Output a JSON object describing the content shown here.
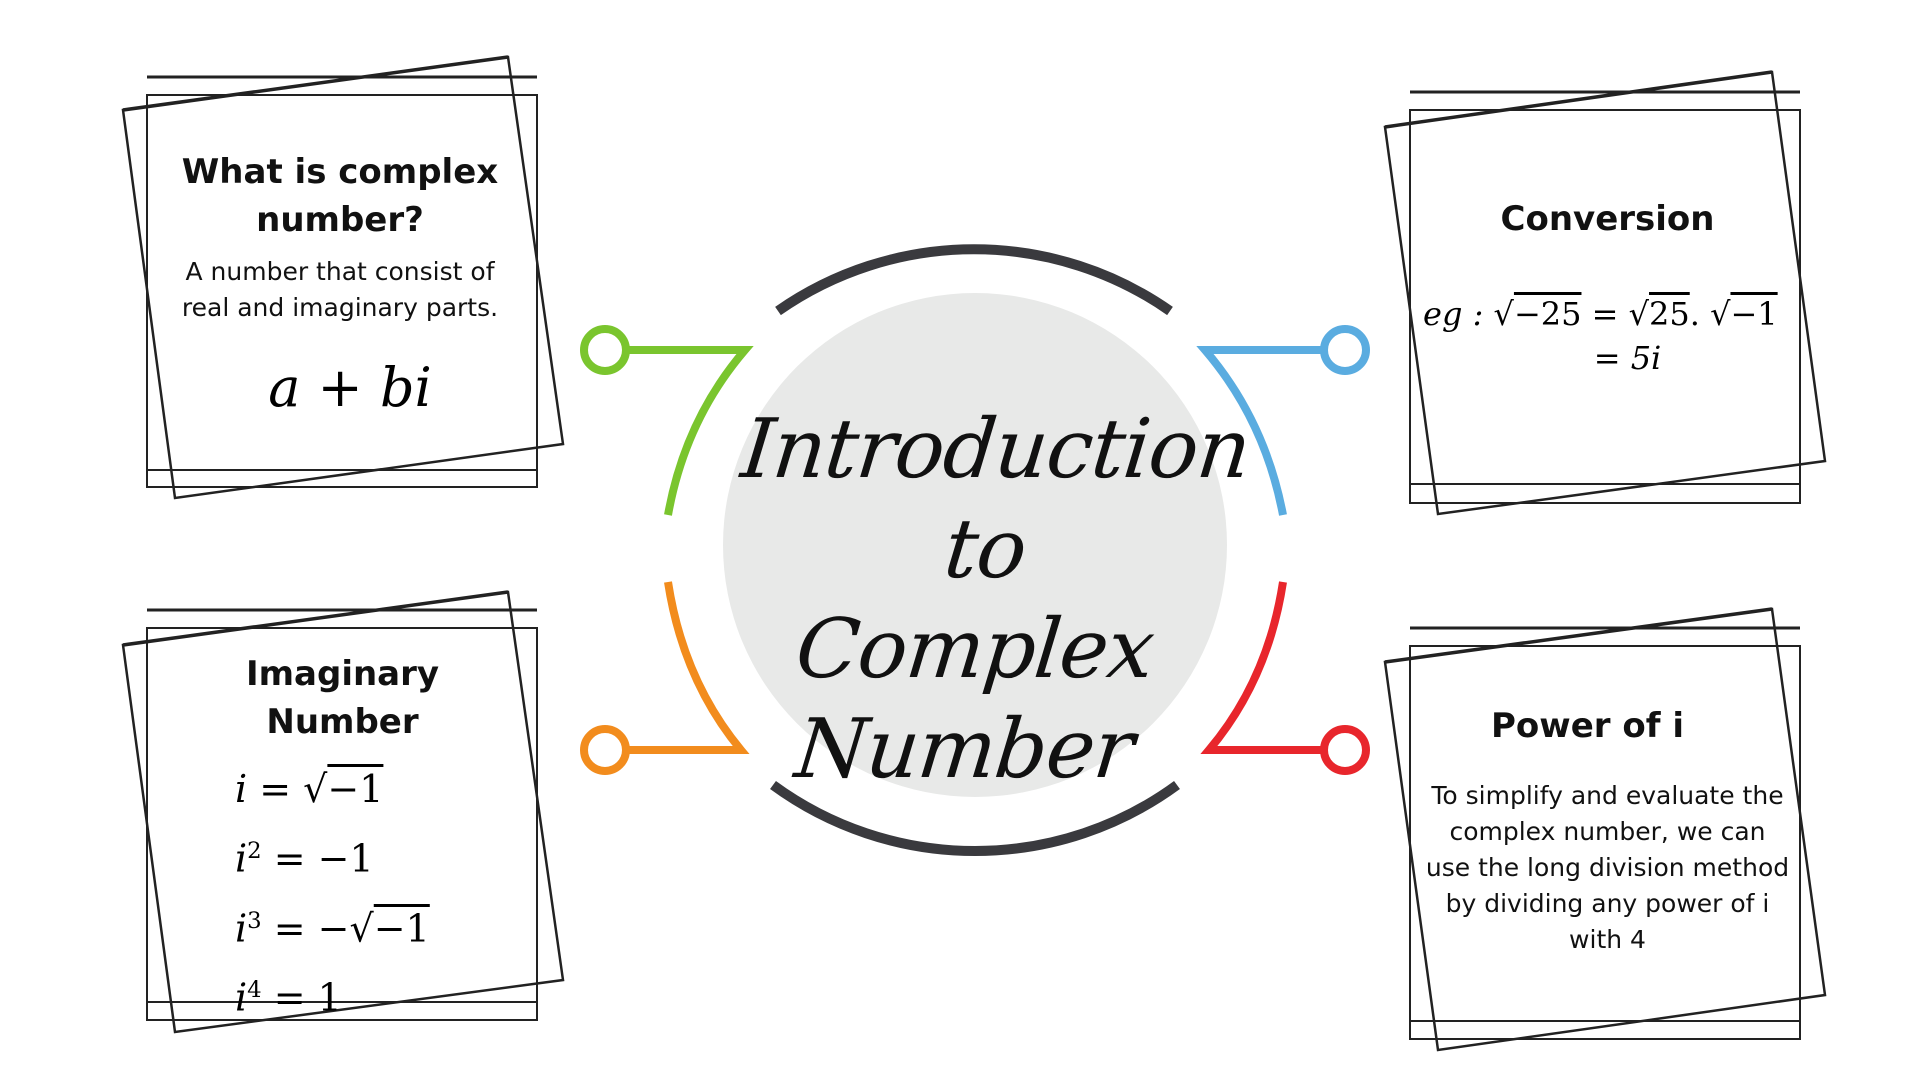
{
  "center": {
    "title_line1": "Introduction",
    "title_line2": "to",
    "title_line3": "Complex Number"
  },
  "cards": {
    "what": {
      "title": "What is complex number?",
      "body": "A number that consist of real and imaginary parts.",
      "formula": "a + bi"
    },
    "conversion": {
      "title": "Conversion",
      "line1_prefix": "eg :",
      "line2": "= 5i"
    },
    "imaginary": {
      "title": "Imaginary Number"
    },
    "power": {
      "title": "Power of i",
      "body": "To simplify and evaluate the complex number, we can use the long division method by dividing any power of i with 4"
    }
  },
  "colors": {
    "green": "#7ac52e",
    "blue": "#5aace0",
    "orange": "#f28c1d",
    "red": "#e8262c",
    "ring": "#3a3a3e",
    "center_fill": "#e8e9e8"
  }
}
